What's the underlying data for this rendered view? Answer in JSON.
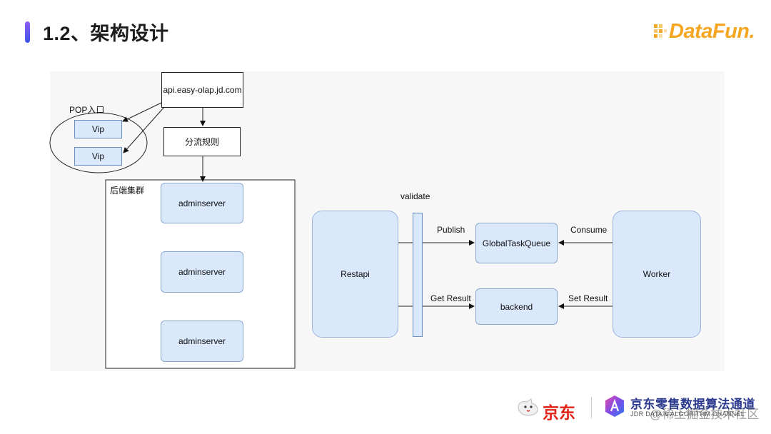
{
  "header": {
    "title": "1.2、架构设计",
    "logo_text": "DataFun."
  },
  "diagram": {
    "api_label": "api.easy-olap.jd.com",
    "pop_label": "POP入口",
    "vip_1": "Vip",
    "vip_2": "Vip",
    "route_rule": "分流规则",
    "cluster_label": "后端集群",
    "adminserver_1": "adminserver",
    "adminserver_2": "adminserver",
    "adminserver_3": "adminserver",
    "validate_label": "validate",
    "restapi": "Restapi",
    "publish_label": "Publish",
    "get_result_label": "Get Result",
    "queue": "GlobalTaskQueue",
    "backend": "backend",
    "consume_label": "Consume",
    "set_result_label": "Set Result",
    "worker": "Worker"
  },
  "footer": {
    "jd_brand": "京东",
    "jdr_title": "京东零售数据算法通道",
    "jdr_sub": "JDR DATA & ALGORITHM CHANNEL",
    "watermark": "@稀土掘金技术社区"
  },
  "colors": {
    "accent_orange": "#f5a623",
    "node_fill": "#dae8fc",
    "jd_red": "#e1251b",
    "title_bar": "#5b57ea"
  }
}
